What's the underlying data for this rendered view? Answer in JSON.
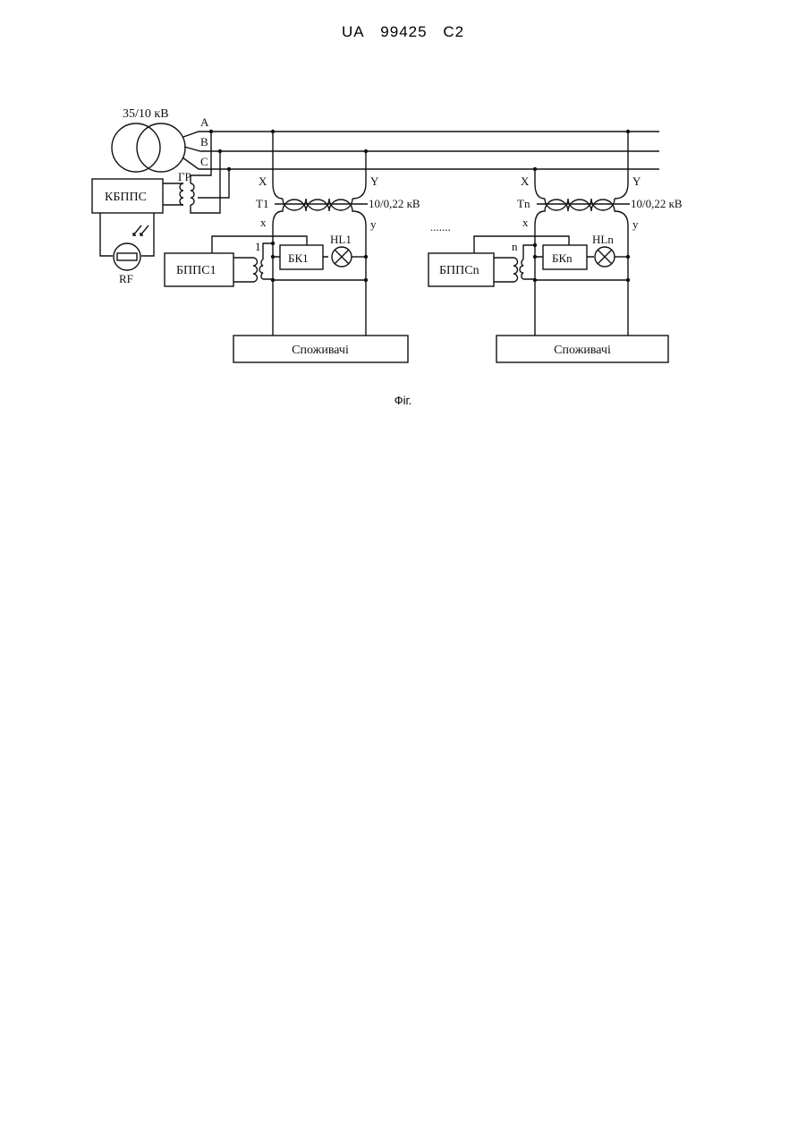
{
  "header": {
    "country": "UA",
    "number": "99425",
    "kind": "C2"
  },
  "diagram": {
    "main_transformer_rating": "35/10 кВ",
    "phases": [
      "A",
      "B",
      "C"
    ],
    "gr_label": "ГР",
    "central_block": "КБППС",
    "rf_label": "RF",
    "substation_1": {
      "primary_x": "X",
      "primary_y": "Y",
      "transformer": "T1",
      "rating": "10/0,22 кВ",
      "secondary_x": "x",
      "secondary_y": "y",
      "coupling_label": "1",
      "block": "БППС1",
      "bk": "БК1",
      "lamp": "HL1",
      "consumers": "Споживачі"
    },
    "ellipsis": ".......",
    "substation_n": {
      "primary_x": "X",
      "primary_y": "Y",
      "transformer": "Tn",
      "rating": "10/0,22 кВ",
      "secondary_x": "x",
      "secondary_y": "y",
      "coupling_label": "n",
      "block": "БППСn",
      "bk": "БКn",
      "lamp": "HLn",
      "consumers": "Споживачі"
    }
  },
  "caption": "Фіг."
}
